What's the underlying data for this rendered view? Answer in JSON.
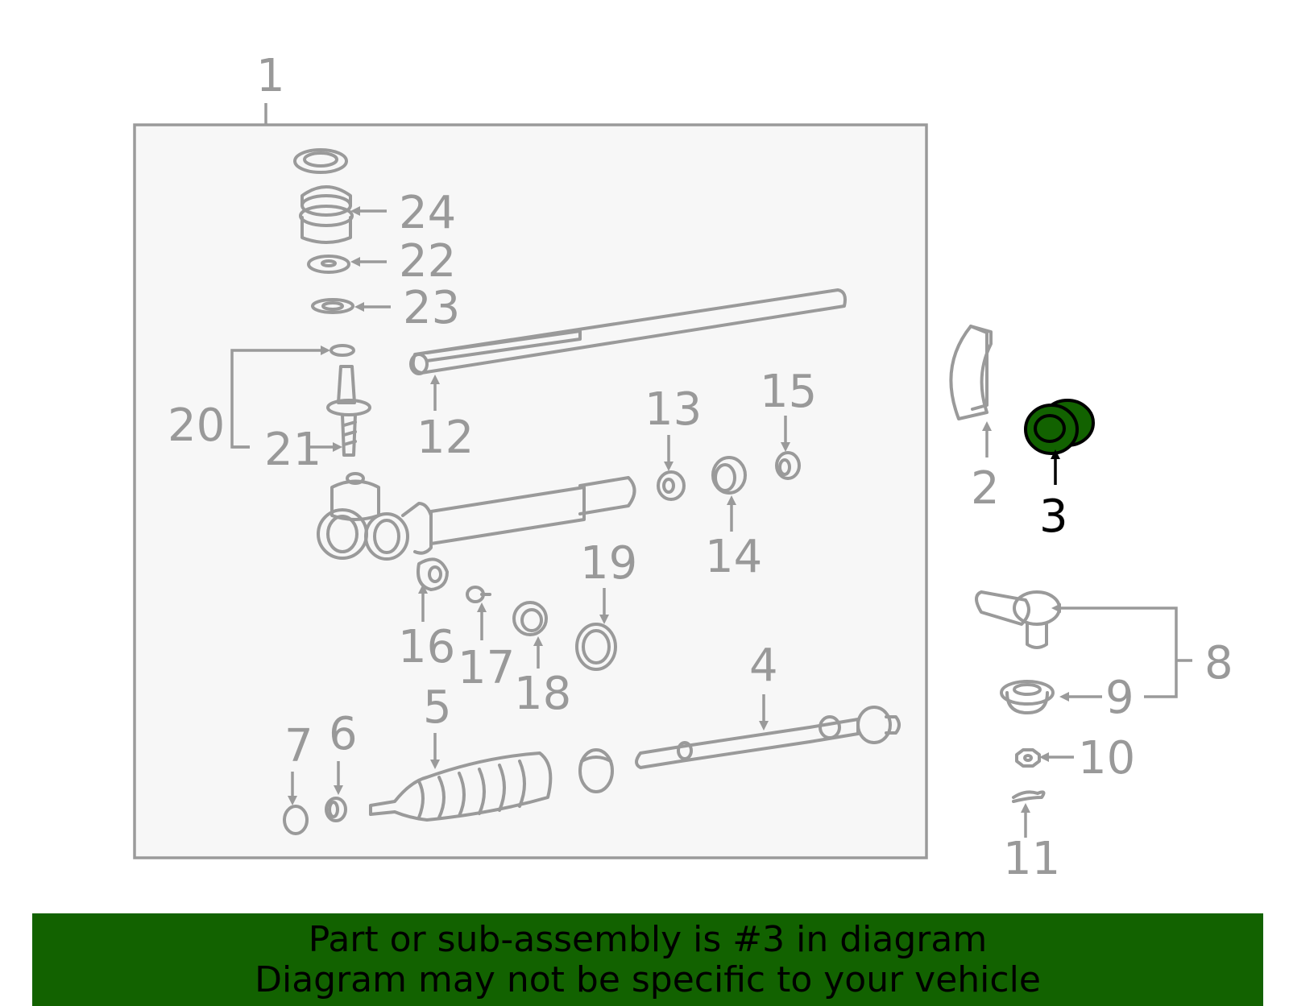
{
  "colors": {
    "line": "#9a9a9a",
    "panel": "#f7f7f7",
    "highlight_part": "#126200",
    "banner": "#126200",
    "highlight_label": "#000000"
  },
  "diagram": {
    "selected_part": "3",
    "callouts": [
      "1",
      "24",
      "22",
      "23",
      "20",
      "21",
      "12",
      "13",
      "15",
      "14",
      "16",
      "17",
      "18",
      "19",
      "5",
      "4",
      "7",
      "6",
      "2",
      "3",
      "8",
      "9",
      "10",
      "11"
    ]
  },
  "banner": {
    "line1": "Part or sub-assembly is #3 in diagram",
    "line2": "Diagram may not be specific to your vehicle"
  }
}
